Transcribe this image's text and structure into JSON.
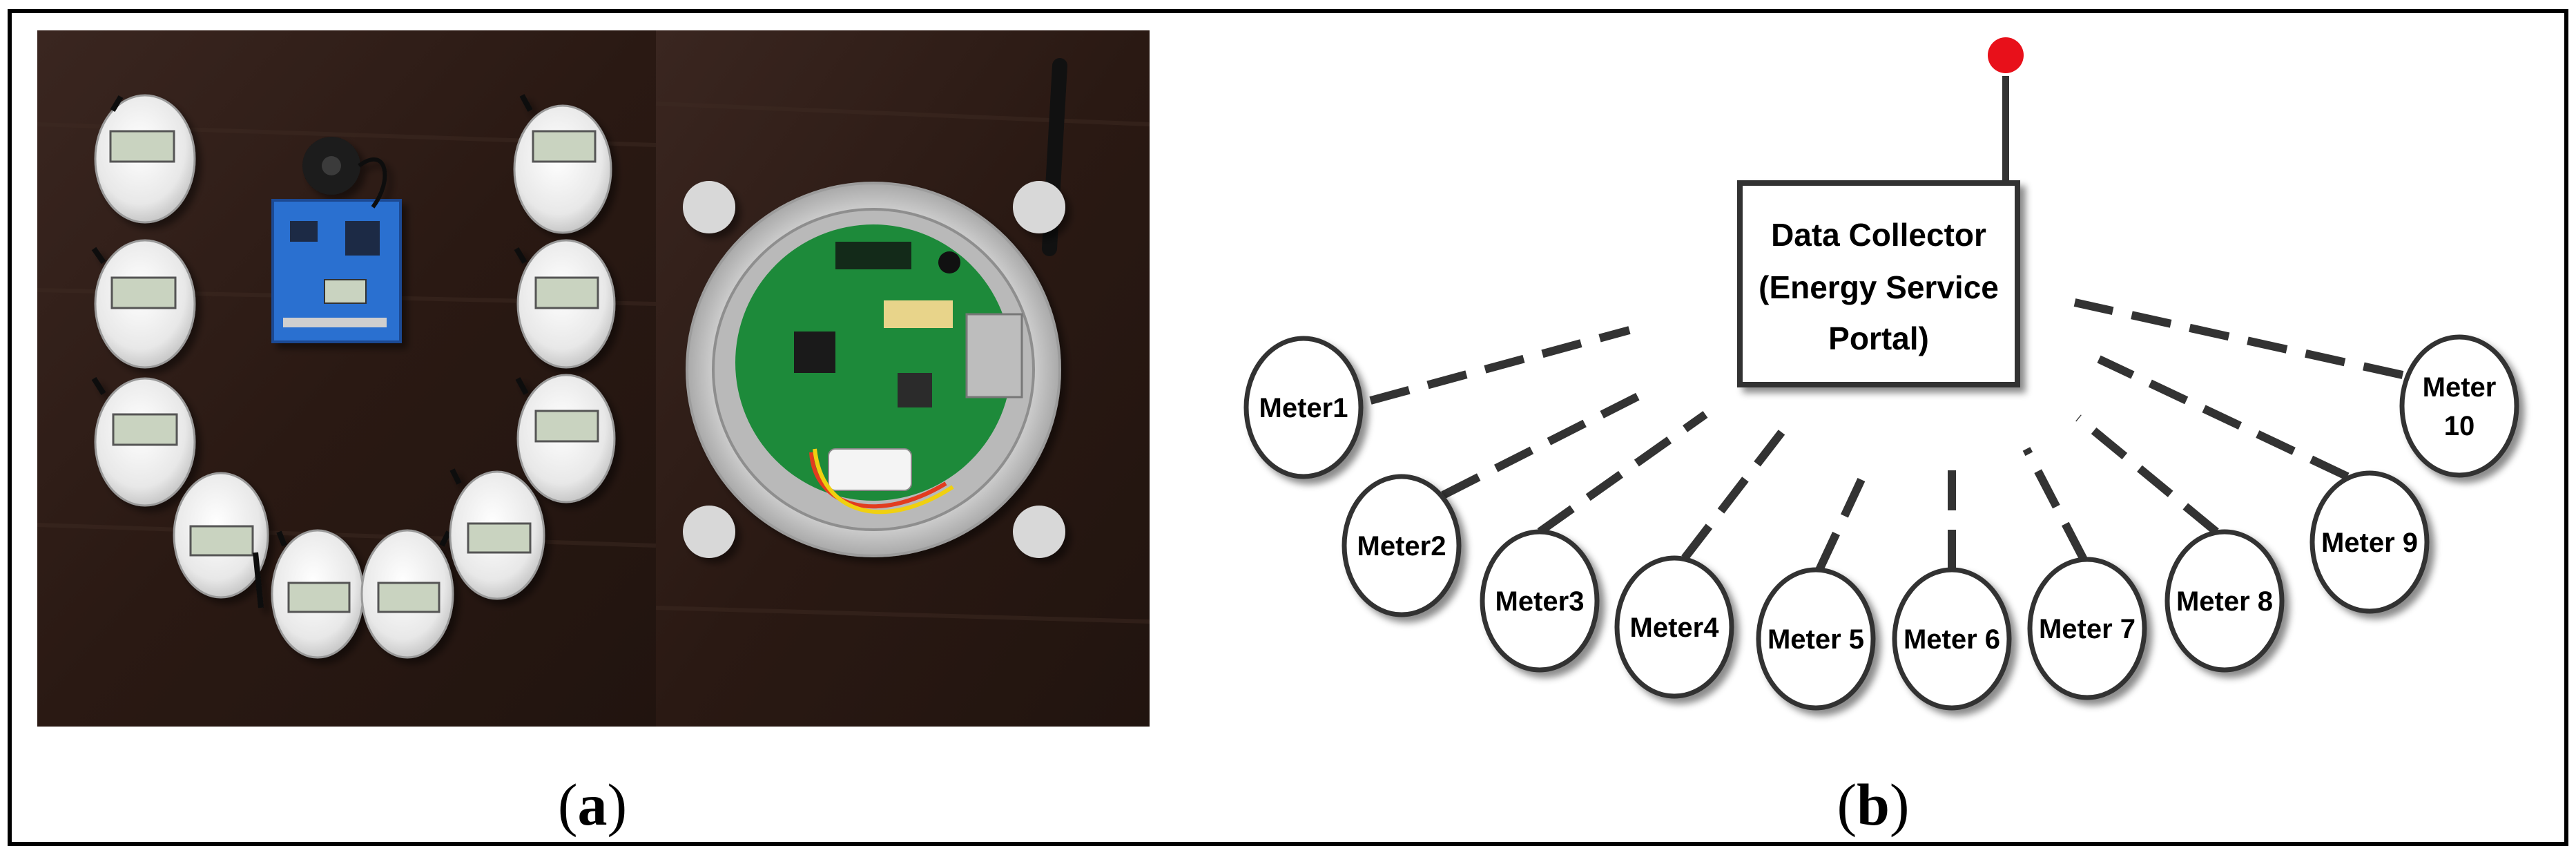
{
  "panel_a": {
    "label_open": "(",
    "label_letter": "a",
    "label_close": ")"
  },
  "panel_b": {
    "label_open": "(",
    "label_letter": "b",
    "label_close": ")",
    "collector": {
      "line1": "Data Collector",
      "line2": "(Energy Service",
      "line3": "Portal)"
    },
    "meters": [
      {
        "lines": [
          "Meter1"
        ]
      },
      {
        "lines": [
          "Meter2"
        ]
      },
      {
        "lines": [
          "Meter3"
        ]
      },
      {
        "lines": [
          "Meter4"
        ]
      },
      {
        "lines": [
          "Meter 5"
        ]
      },
      {
        "lines": [
          "Meter 6"
        ]
      },
      {
        "lines": [
          "Meter 7"
        ]
      },
      {
        "lines": [
          "Meter 8"
        ]
      },
      {
        "lines": [
          "Meter 9"
        ]
      },
      {
        "lines": [
          "Meter",
          "10"
        ]
      }
    ]
  },
  "colors": {
    "antenna_tip": "#e8101a",
    "table_wood": "#2b1a14",
    "meter_housing": "#ececec",
    "pcb_green": "#1d8a3a",
    "pcb_blue": "#2a6fd0"
  }
}
